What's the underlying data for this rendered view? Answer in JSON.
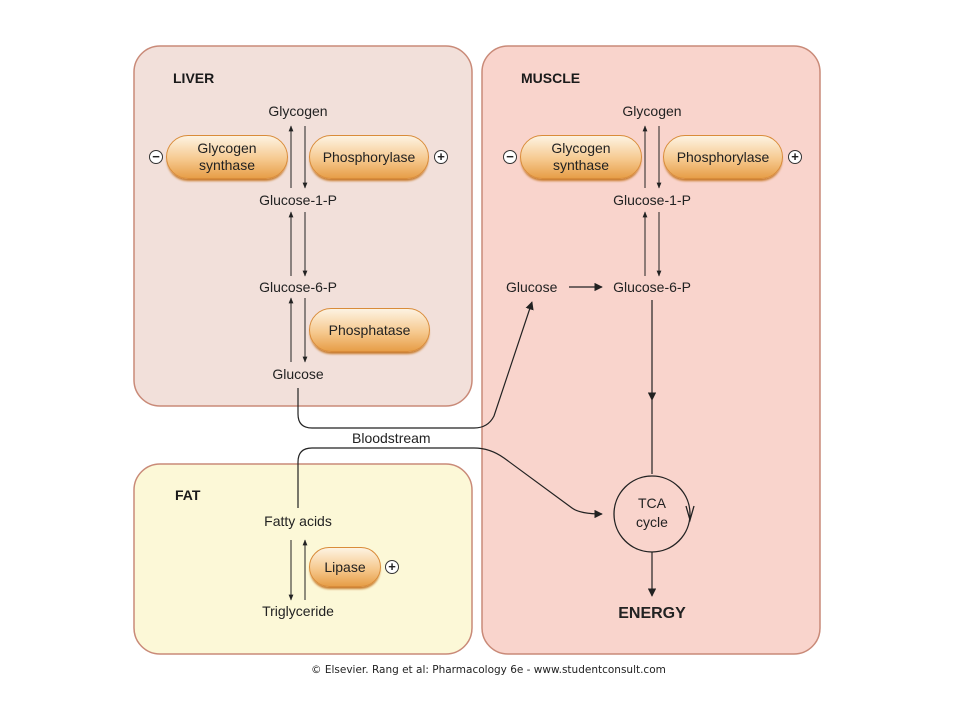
{
  "liver": {
    "title": "LIVER",
    "glycogen": "Glycogen",
    "glycogen_synthase": [
      "Glycogen",
      "synthase"
    ],
    "phosphorylase": "Phosphorylase",
    "glucose_1p": "Glucose-1-P",
    "glucose_6p": "Glucose-6-P",
    "phosphatase": "Phosphatase",
    "glucose": "Glucose",
    "synthase_sign": "−",
    "phosphorylase_sign": "+"
  },
  "muscle": {
    "title": "MUSCLE",
    "glycogen": "Glycogen",
    "glycogen_synthase": [
      "Glycogen",
      "synthase"
    ],
    "phosphorylase": "Phosphorylase",
    "glucose_1p": "Glucose-1-P",
    "glucose": "Glucose",
    "glucose_6p": "Glucose-6-P",
    "tca": [
      "TCA",
      "cycle"
    ],
    "energy": "ENERGY",
    "synthase_sign": "−",
    "phosphorylase_sign": "+"
  },
  "fat": {
    "title": "FAT",
    "fatty_acids": "Fatty acids",
    "lipase": "Lipase",
    "triglyceride": "Triglyceride",
    "lipase_sign": "+"
  },
  "bloodstream": "Bloodstream",
  "credit": "© Elsevier. Rang et al: Pharmacology 6e - www.studentconsult.com",
  "colors": {
    "liver_fill": "#f2e0da",
    "muscle_fill": "#f9d4cc",
    "fat_fill": "#fcf8d7",
    "panel_border": "#c98a78",
    "enzyme_fill": "#f6c98f",
    "arrow": "#222222"
  }
}
